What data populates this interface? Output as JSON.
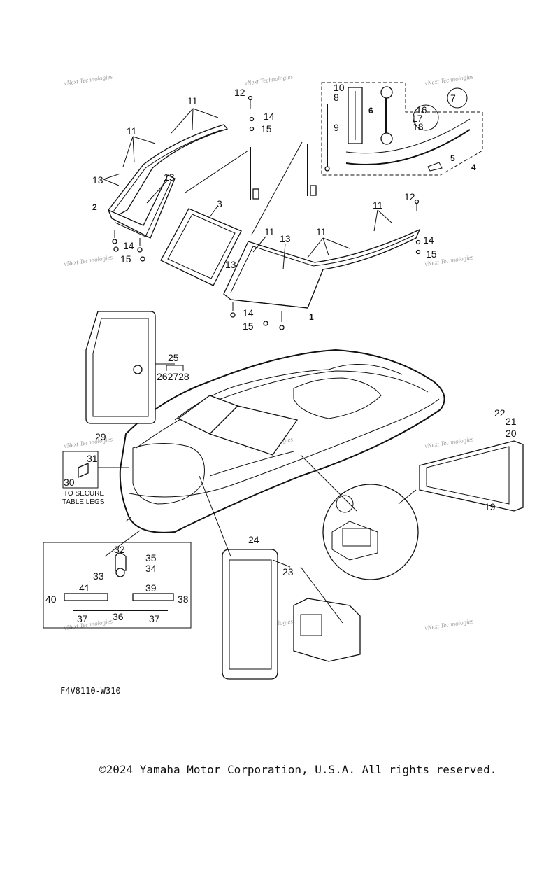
{
  "labels": {
    "p1": "1",
    "p2": "2",
    "p3": "3",
    "p4": "4",
    "p5": "5",
    "p6": "6",
    "p7": "7",
    "p8": "8",
    "p9": "9",
    "p10": "10",
    "p11": "11",
    "p12": "12",
    "p13": "13",
    "p14": "14",
    "p15": "15",
    "p16": "16",
    "p17": "17",
    "p18": "18",
    "p19": "19",
    "p20": "20",
    "p21": "21",
    "p22": "22",
    "p23": "23",
    "p24": "24",
    "p25": "25",
    "p26_28": "262728",
    "p29": "29",
    "p30": "30",
    "p31": "31",
    "p32": "32",
    "p33": "33",
    "p34": "34",
    "p35": "35",
    "p36": "36",
    "p37": "37",
    "p38": "38",
    "p39": "39",
    "p40": "40",
    "p41": "41"
  },
  "note_line1": "TO SECURE",
  "note_line2": "TABLE LEGS",
  "watermark": "vNext Technologies",
  "diagram_code": "F4V8110-W310",
  "copyright": "©2024 Yamaha Motor Corporation, U.S.A. All rights reserved."
}
